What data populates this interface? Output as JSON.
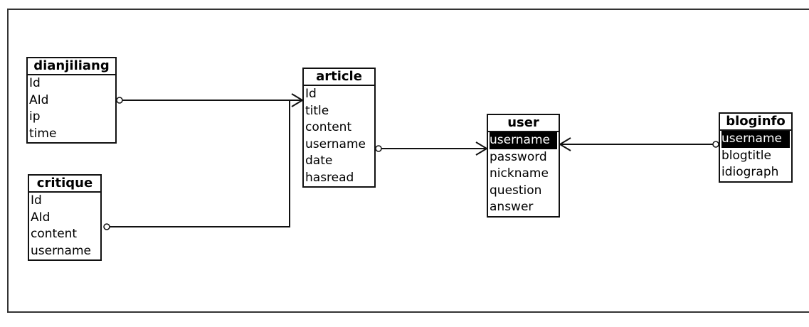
{
  "entities": {
    "dianjiliang": {
      "title": "dianjiliang",
      "fields": [
        "Id",
        "AId",
        "ip",
        "time"
      ]
    },
    "critique": {
      "title": "critique",
      "fields": [
        "Id",
        "AId",
        "content",
        "username"
      ]
    },
    "article": {
      "title": "article",
      "fields": [
        "Id",
        "title",
        "content",
        "username",
        "date",
        "hasread"
      ]
    },
    "user": {
      "title": "user",
      "fields": [
        "username",
        "password",
        "nickname",
        "question",
        "answer"
      ]
    },
    "bloginfo": {
      "title": "bloginfo",
      "fields": [
        "username",
        "blogtitle",
        "idiograph"
      ]
    }
  },
  "relationships": [
    {
      "from": "dianjiliang",
      "to": "article",
      "from_end": "zero",
      "to_end": "many"
    },
    {
      "from": "critique",
      "to": "article",
      "from_end": "zero",
      "to_end": "many"
    },
    {
      "from": "article.username",
      "to": "user.username",
      "from_end": "zero",
      "to_end": "many"
    },
    {
      "from": "bloginfo.username",
      "to": "user.username",
      "from_end": "zero",
      "to_end": "many"
    }
  ]
}
